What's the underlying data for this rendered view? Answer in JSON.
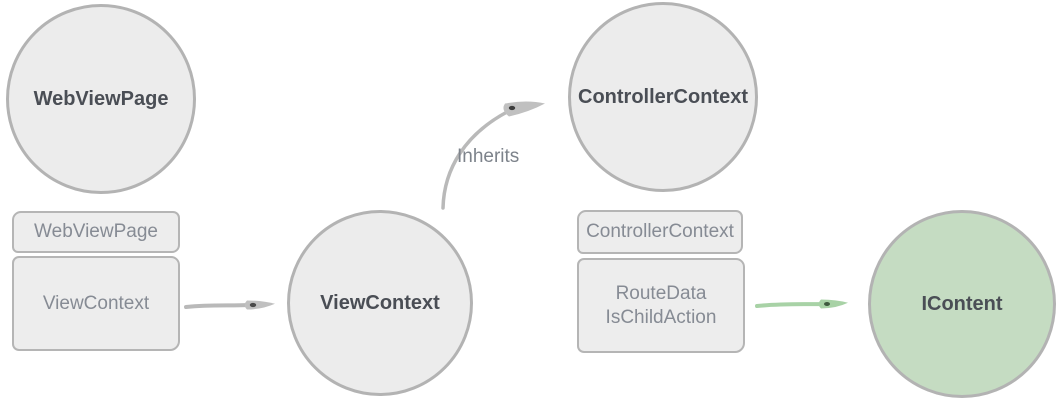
{
  "nodes": {
    "webviewpage_circle": {
      "label": "WebViewPage"
    },
    "viewcontext_circle": {
      "label": "ViewContext"
    },
    "controllercontext_circle": {
      "label": "ControllerContext"
    },
    "icontent_circle": {
      "label": "IContent"
    },
    "webviewpage_box": {
      "header": "WebViewPage",
      "property": "ViewContext"
    },
    "controllercontext_box": {
      "header": "ControllerContext",
      "property_line1": "RouteData",
      "property_line2": "IsChildAction"
    }
  },
  "edges": {
    "inherits": {
      "label": "Inherits"
    }
  },
  "colors": {
    "node_fill": "#ececec",
    "node_border": "#b3b3b3",
    "green_node_fill": "#c5dcc2",
    "gray_arrow": "#b9b9b9",
    "green_arrow": "#a8d2a6",
    "bold_text": "#4a4e55",
    "muted_text": "#868b94"
  }
}
